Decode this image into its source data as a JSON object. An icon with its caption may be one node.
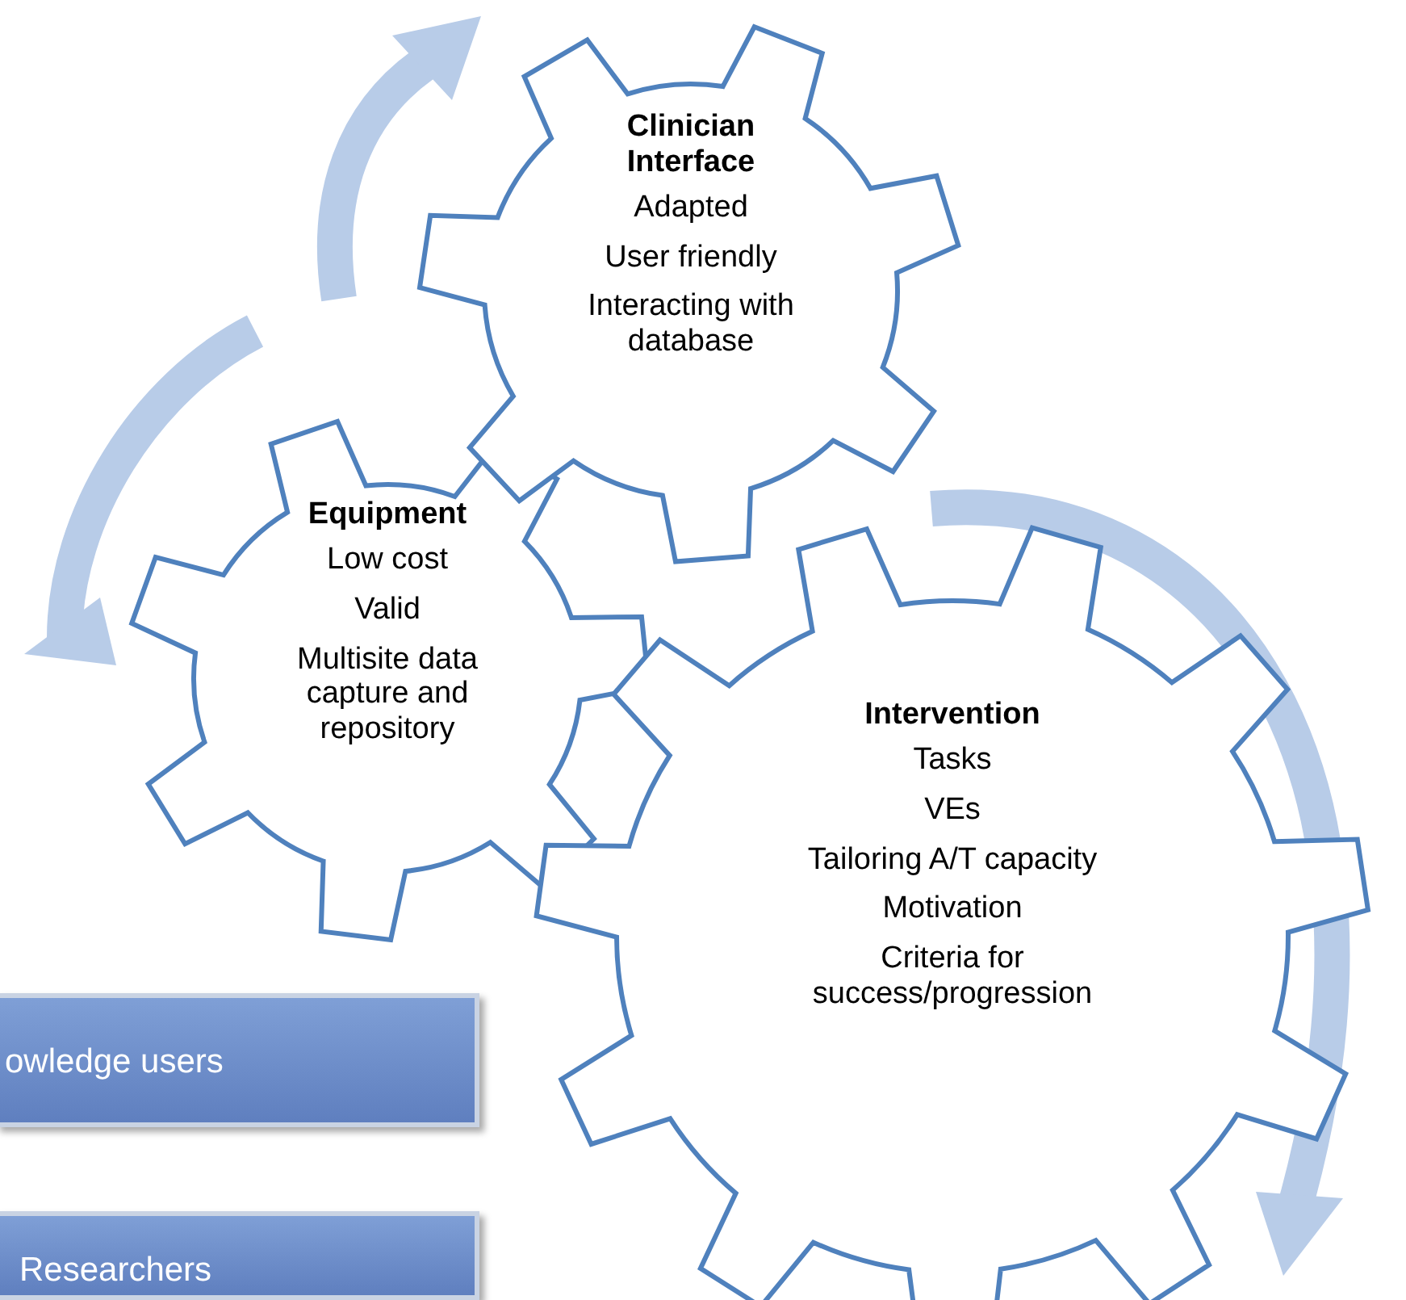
{
  "diagram": {
    "nodes": [
      {
        "text": [
          "Clinician Interface",
          "Adapted",
          "User friendly",
          "Interacting with database"
        ]
      },
      {
        "text": [
          "Equipment",
          "Low cost",
          "Valid",
          "Multisite data capture and repository"
        ]
      },
      {
        "text": [
          "Intervention",
          "Tasks",
          "VEs",
          "Tailoring  A/T capacity",
          "Motivation",
          "Criteria for success/progression"
        ]
      },
      {
        "text": [
          "owledge users"
        ]
      },
      {
        "text": [
          "Researchers"
        ]
      }
    ]
  }
}
